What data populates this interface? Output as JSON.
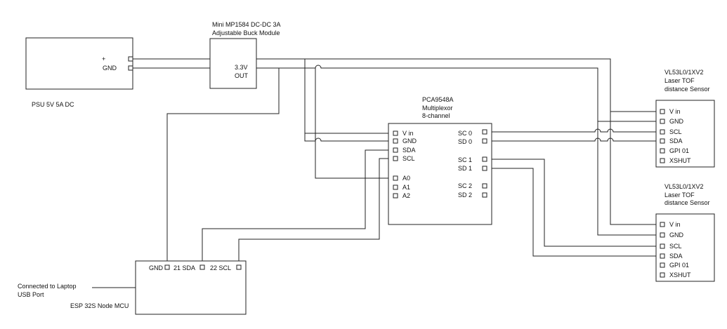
{
  "psu": {
    "plus": "+",
    "gnd": "GND",
    "label": "PSU 5V 5A DC"
  },
  "buck": {
    "title_line1": "Mini MP1584 DC-DC 3A",
    "title_line2": "Adjustable Buck Module",
    "out_v": "3.3V",
    "out": "OUT"
  },
  "mux": {
    "title_line1": "PCA9548A",
    "title_line2": "Multiplexor",
    "title_line3": "8-channel",
    "left_pins": [
      "V in",
      "GND",
      "SDA",
      "SCL",
      "A0",
      "A1",
      "A2"
    ],
    "right_pins": [
      "SC 0",
      "SD 0",
      "SC 1",
      "SD 1",
      "SC 2",
      "SD 2"
    ]
  },
  "sensor1": {
    "title_line1": "VL53L0/1XV2",
    "title_line2": "Laser TOF",
    "title_line3": "distance Sensor",
    "pins": [
      "V in",
      "GND",
      "SCL",
      "SDA",
      "GPI 01",
      "XSHUT"
    ]
  },
  "sensor2": {
    "title_line1": "VL53L0/1XV2",
    "title_line2": "Laser TOF",
    "title_line3": "distance Sensor",
    "pins": [
      "V in",
      "GND",
      "SCL",
      "SDA",
      "GPI 01",
      "XSHUT"
    ]
  },
  "esp": {
    "gnd": "GND",
    "sda": "21 SDA",
    "scl": "22 SCL",
    "label": "ESP 32S Node MCU"
  },
  "laptop": {
    "line1": "Connected to Laptop",
    "line2": "USB Port"
  }
}
